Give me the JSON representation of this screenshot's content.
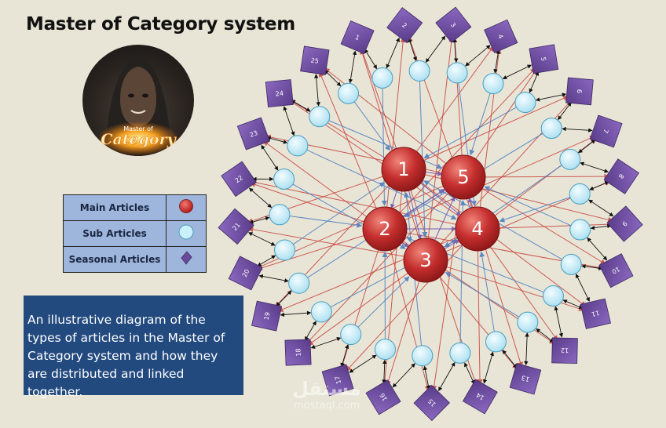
{
  "title": "Master of Category system",
  "avatar": {
    "badge_small": "Master of",
    "badge_large": "Category"
  },
  "legend": [
    {
      "label": "Main Articles",
      "symbol": "red-circle"
    },
    {
      "label": "Sub Articles",
      "symbol": "light-blue-circle"
    },
    {
      "label": "Seasonal Articles",
      "symbol": "purple-diamond"
    }
  ],
  "caption": "An illustrative diagram of the types of articles in the Master of Category system and how they are distributed and linked together.",
  "main_articles": [
    "1",
    "2",
    "3",
    "4",
    "5"
  ],
  "seasonal_articles": [
    "1",
    "2",
    "3",
    "4",
    "5",
    "6",
    "7",
    "8",
    "9",
    "10",
    "11",
    "12",
    "13",
    "14",
    "15",
    "16",
    "17",
    "18",
    "19",
    "20",
    "21",
    "22",
    "23",
    "24",
    "25"
  ],
  "colors": {
    "main": "#c42e2e",
    "sub": "#c7eef9",
    "seasonal": "#6a4a9c",
    "caption_bg": "#234a7f",
    "legend_bg": "#9eb6dc",
    "link_red": "#c8403a",
    "link_blue": "#4f7fc0",
    "link_purple": "#7a5fb0"
  },
  "watermark": {
    "arabic": "مستقل",
    "latin": "mostaql.com"
  }
}
